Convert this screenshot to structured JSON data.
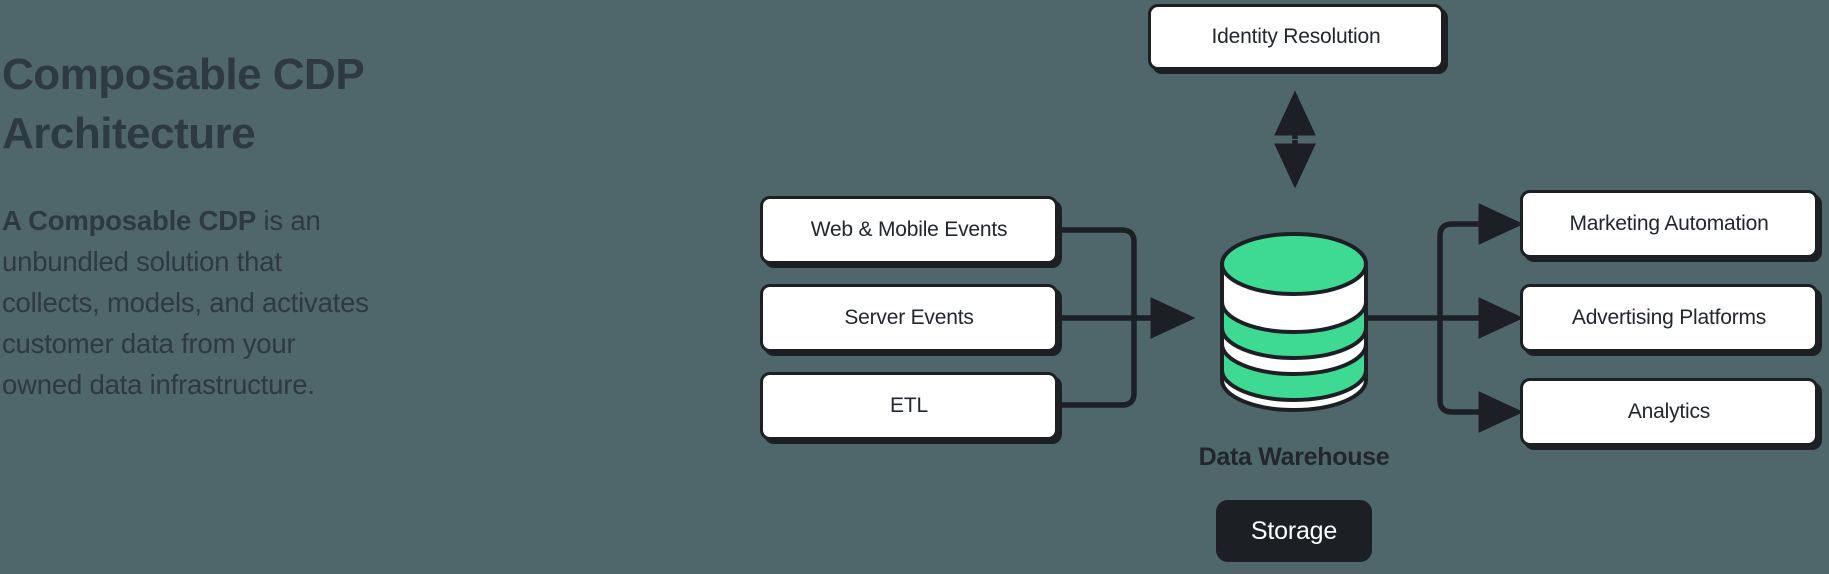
{
  "theme": {
    "background": "#4F666B",
    "ink": "#1C2024",
    "text": "#2E3A43",
    "box_fill": "#FFFFFF",
    "accent_green": "#3ED992",
    "badge_fill": "#1C2024",
    "badge_text": "#FFFFFF"
  },
  "left_panel": {
    "title": "Composable CDP Architecture",
    "description_lead": "A Composable CDP",
    "description_rest": " is an unbundled solution that collects, models, and activates customer data from your owned data infrastructure."
  },
  "diagram": {
    "sources": [
      {
        "label": "Web & Mobile Events"
      },
      {
        "label": "Server Events"
      },
      {
        "label": "ETL"
      }
    ],
    "destinations": [
      {
        "label": "Marketing Automation"
      },
      {
        "label": "Advertising Platforms"
      },
      {
        "label": "Analytics"
      }
    ],
    "top_node": {
      "label": "Identity Resolution"
    },
    "warehouse": {
      "caption": "Data Warehouse",
      "badge": "Storage",
      "icon": "database-cylinder-icon"
    },
    "connectors": {
      "ingest": "sources-merge-to-warehouse",
      "activate": "warehouse-fanout-to-destinations",
      "identity": "bidirectional-dashed-identity-link"
    }
  }
}
